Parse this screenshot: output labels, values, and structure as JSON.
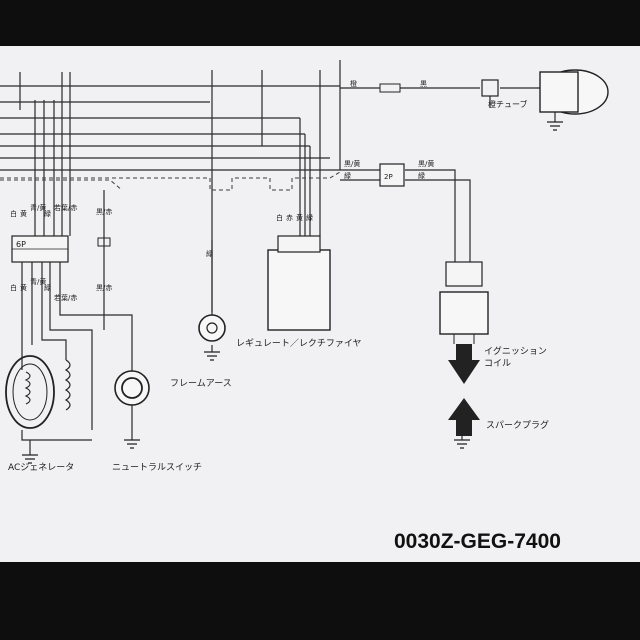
{
  "labels": {
    "ac_generator": "ACジェネレータ",
    "neutral_switch": "ニュートラルスイッチ",
    "frame_earth": "フレームアース",
    "regulator_rectifier": "レギュレート／レクチファイヤ",
    "ignition_coil": "イグニッション\nコイル",
    "spark_plug": "スパークプラグ",
    "orange_tube": "橙チューブ",
    "part_number": "0030Z-GEG-7400"
  },
  "connectors": {
    "six_pin": "6P",
    "two_pin": "2P"
  },
  "wire_labels": {
    "gen_top": [
      "白",
      "黄",
      "青/黄",
      "緑",
      "若葉/赤"
    ],
    "gen_bottom": [
      "白",
      "黄",
      "青/黄",
      "緑",
      "若葉/赤"
    ],
    "neutral_top": "黒/赤",
    "neutral_bottom": "黒/赤",
    "frame": "緑",
    "regulator": [
      "白",
      "赤",
      "黄",
      "緑"
    ],
    "ignition_left": "黒/黄",
    "ignition_left2": "緑",
    "ignition_right": "黒/黄",
    "ignition_right2": "緑",
    "top_orange": "橙",
    "top_black": "黒"
  },
  "colors": {
    "ink": "#222222",
    "paper": "#f1f1f3",
    "background": "#0e0e0e"
  }
}
